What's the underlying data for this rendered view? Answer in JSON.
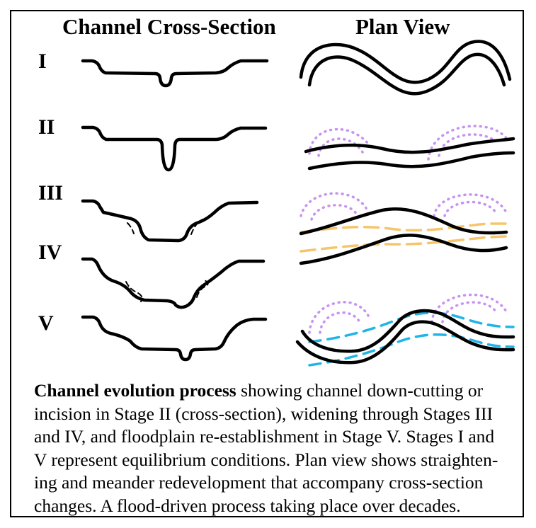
{
  "headings": {
    "cross_section": "Channel Cross-Section",
    "plan_view": "Plan View"
  },
  "stages": [
    "I",
    "II",
    "III",
    "IV",
    "V"
  ],
  "caption": {
    "bold_lead": "Channel evolution process",
    "lines": [
      " showing channel down-cutting or",
      "incision in Stage II (cross-section), widening through Stages III",
      "and IV, and floodplain re-establishment in Stage V.  Stages I and",
      "V represent equilibrium conditions.  Plan view shows straighten-",
      "ing and meander redevelopment that accompany cross-section",
      "changes.  A flood-driven process taking place over decades."
    ]
  },
  "colors": {
    "channel_line": "#000000",
    "former_meander_dotted": "#c792f0",
    "stage_iii_dashed": "#f6c56b",
    "stage_v_dashed": "#1fb5e6"
  }
}
